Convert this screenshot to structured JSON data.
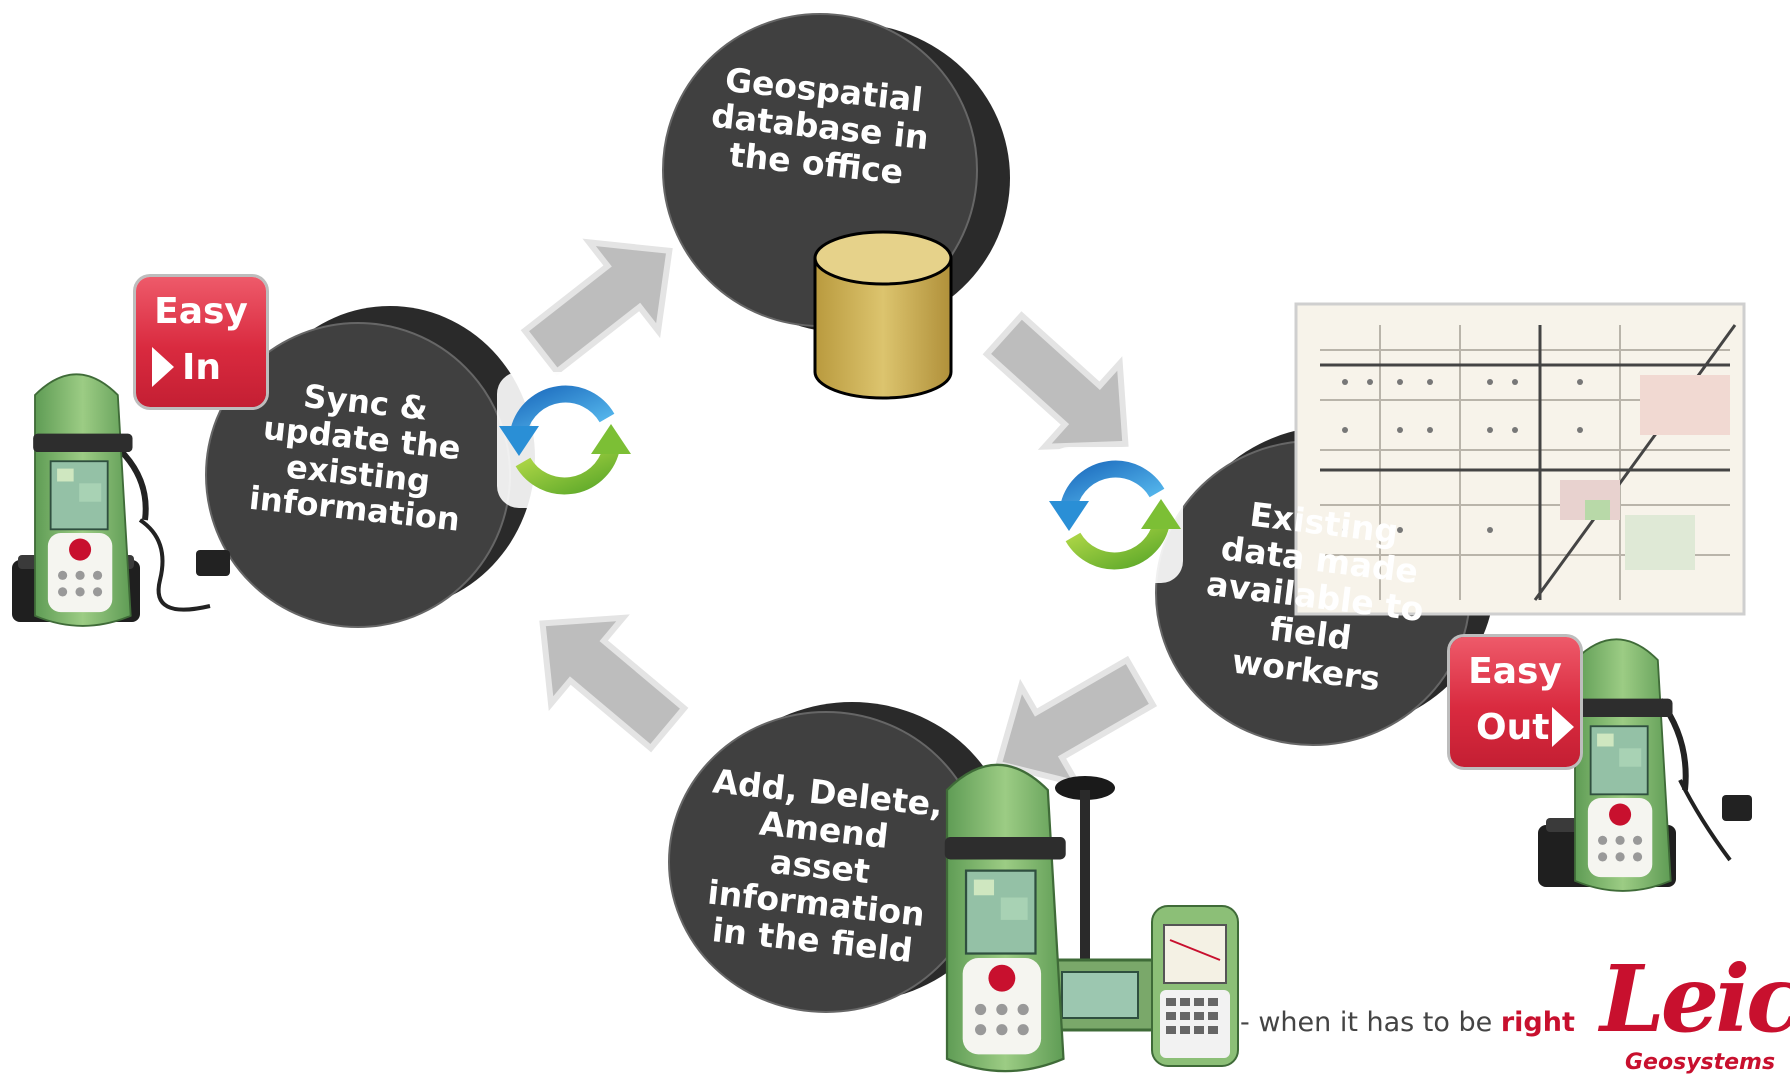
{
  "nodes": {
    "database": "Geospatial\ndatabase in\nthe office",
    "existing": "Existing\ndata made\navailable to\nfield\nworkers",
    "field": "Add, Delete,\nAmend\nasset\ninformation\nin the field",
    "sync": "Sync &\nupdate the\nexisting\ninformation"
  },
  "badges": {
    "easy_in": {
      "line1": "Easy",
      "line2": "In"
    },
    "easy_out": {
      "line1": "Easy",
      "line2": "Out"
    }
  },
  "footer": {
    "tagline_prefix": "- when it has to be ",
    "tagline_emphasis": "right",
    "logo": "Leica",
    "logo_sub": "Geosystems"
  },
  "icons": [
    "sync-icon",
    "database-icon",
    "map-icon",
    "handheld-device-icon",
    "gps-receiver-icon",
    "smartphone-icon",
    "arrow-icon",
    "play-icon"
  ],
  "colors": {
    "disc": "#404040",
    "disc_back": "#2a2a2a",
    "arrow": "#bdbdbd",
    "badge_red": "#d92a3f",
    "brand_red": "#c8102e",
    "device_green": "#7db46c",
    "database_gold": "#cfb45a",
    "sync_blue": "#2a8fd6",
    "sync_green": "#8cc63f"
  }
}
